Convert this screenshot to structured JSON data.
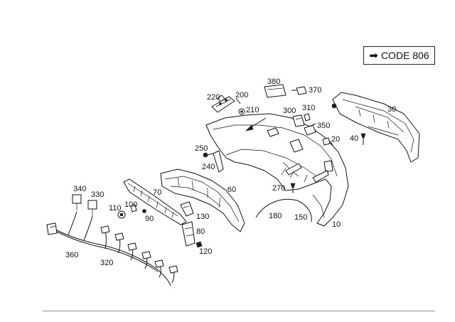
{
  "code_box": {
    "arrow_icon": "right-arrow-icon",
    "label": "CODE 806"
  },
  "part_numbers": [
    "10",
    "20",
    "30",
    "40",
    "60",
    "70",
    "80",
    "90",
    "100",
    "110",
    "120",
    "130",
    "150",
    "180",
    "200",
    "210",
    "220",
    "240",
    "250",
    "270",
    "300",
    "310",
    "320",
    "330",
    "340",
    "350",
    "360",
    "370",
    "380"
  ]
}
